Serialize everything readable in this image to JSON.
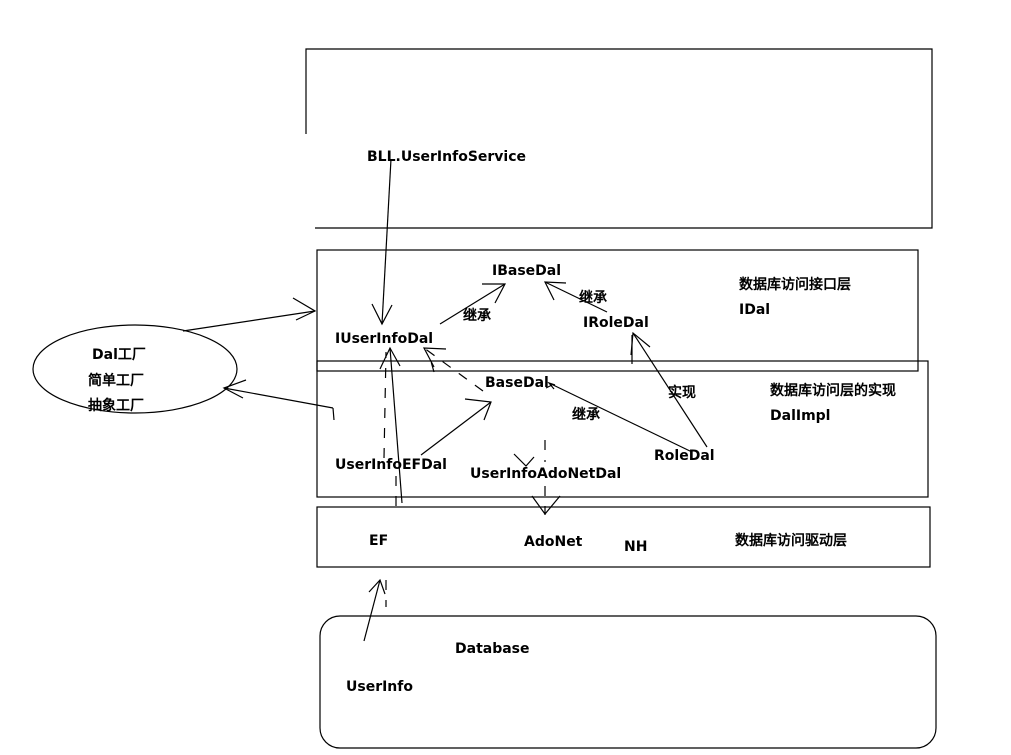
{
  "bll": {
    "service": "BLL.UserInfoService"
  },
  "idal_layer": {
    "ibase": "IBaseDal",
    "iuserinfo": "IUserInfoDal",
    "irole": "IRoleDal",
    "inherit_label": "继承",
    "title": "数据库访问接口层",
    "subtitle": "IDal"
  },
  "dalimpl_layer": {
    "base": "BaseDal",
    "ef_dal": "UserInfoEFDal",
    "adonet_dal": "UserInfoAdoNetDal",
    "role": "RoleDal",
    "inherit_label": "继承",
    "implement_label": "实现",
    "title": "数据库访问层的实现",
    "subtitle": "DalImpl"
  },
  "driver_layer": {
    "ef": "EF",
    "adonet": "AdoNet",
    "nh": "NH",
    "title": "数据库访问驱动层"
  },
  "database": {
    "title": "Database",
    "table": "UserInfo"
  },
  "factory": {
    "line1": "Dal工厂",
    "line2": "简单工厂",
    "line3": "抽象工厂"
  }
}
